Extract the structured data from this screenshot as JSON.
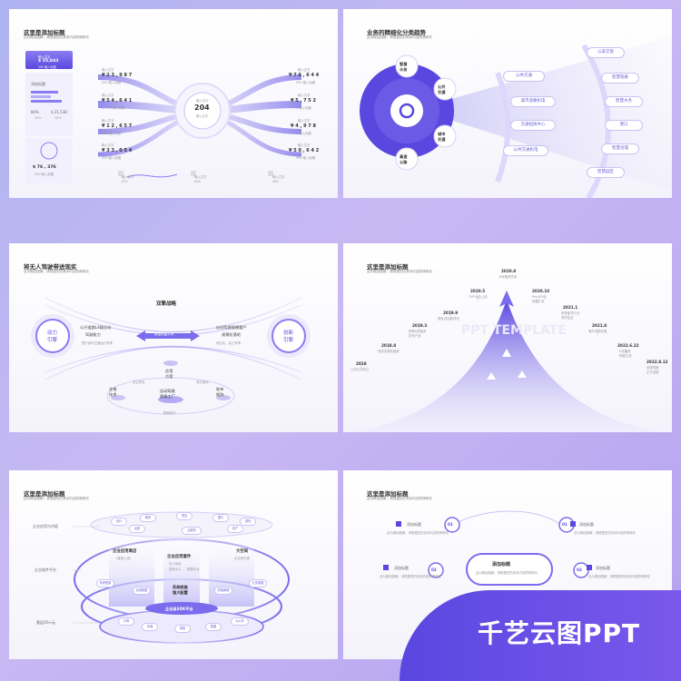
{
  "slide1": {
    "title": "这里是添加标题",
    "subtitle": "此为概括图解，请根据您的具体内容酌情修改",
    "card_top": {
      "value": "$ 55,843",
      "caption": "590 输入标题"
    },
    "block_label": "添加标题",
    "pct_a": "80%",
    "pct_b": "$ 21,538",
    "stat_a": "20%",
    "stat_b": "20%",
    "bottom_value": "$ 76 , 376",
    "bottom_caption": "590 输入标题",
    "center_value": "204",
    "center_label": "输入文字",
    "center_caption": "输入文字",
    "left_items": [
      {
        "label": "输入文字",
        "value": "¥ 2 3 , 9 8 7",
        "note": "590 输入标题"
      },
      {
        "label": "输入文字",
        "value": "¥ 5 4 , 6 4 1",
        "note": "1 , 3 0 输入标题"
      },
      {
        "label": "输入文字",
        "value": "¥ 1 2 , 6 5 7",
        "note": "890 输入标题"
      },
      {
        "label": "输入文字",
        "value": "¥ 3 3 , 0 5 4",
        "note": "430 输入标题"
      }
    ],
    "right_items": [
      {
        "label": "输入文字",
        "value": "¥ 7 6 , 6 4 4",
        "note": "200 输入标题"
      },
      {
        "label": "输入文字",
        "value": "¥ 5 , 7 5 2",
        "note": "3 输入标题"
      },
      {
        "label": "输入文字",
        "value": "¥ 4 , 9 7 8",
        "note": "4 输入标题"
      },
      {
        "label": "输入文字",
        "value": "¥ 5 0 , 6 4 2",
        "note": "590 输入标题"
      }
    ],
    "bottom_stats": [
      {
        "label": "输入文字",
        "value": "875"
      },
      {
        "label": "输入文字",
        "value": "438"
      },
      {
        "label": "输入文字",
        "value": "438"
      }
    ]
  },
  "slide2": {
    "title": "业务的精细化分类趋势",
    "subtitle": "此为概括图解，请根据您的具体内容酌情修改",
    "orbit": [
      "智慧\n水务",
      "公共\n交通",
      "城市\n交通",
      "高速\n公路"
    ],
    "middle": [
      "公共交通",
      "城市道路机电",
      "交通指挥中心",
      "公共交通机电"
    ],
    "right": [
      "公安交管",
      "智慧管廊",
      "智慧水务",
      "港口",
      "智慧治理",
      "智慧园区"
    ]
  },
  "slide3": {
    "title": "将无人驾驶带进现实",
    "subtitle": "此为概括图解，请根据您的具体内容酌情修改",
    "strategy": "双擎战略",
    "left_circle": "动力\n引擎",
    "right_circle": "创新\n引擎",
    "left_lines": [
      "公开道路L4级自动",
      "驾驶能力",
      "提升城市交通运行效率"
    ],
    "right_lines": [
      "自动驾驶规模量产",
      "规模化落地",
      "商业化、高占有率"
    ],
    "arrow_label": "数据流量共享",
    "nodes": [
      "应用\n方案",
      "全栈\n技术",
      "轨布\n矩阵"
    ],
    "center_nodes": [
      "自动驾驶",
      "超级工厂"
    ],
    "edge_labels": [
      "自主研发",
      "商业落地",
      "数据闭环"
    ]
  },
  "slide4": {
    "title": "这里是添加标题",
    "subtitle": "此为概括图解，请根据您的具体内容酌情修改",
    "watermark": "PPT TEMPLATE",
    "milestones": [
      {
        "year": "2018",
        "text": "公司正式成立"
      },
      {
        "year": "2018.8",
        "text": "完成天使轮融资"
      },
      {
        "year": "2019.3",
        "text": "获得A轮融资\n发布产品"
      },
      {
        "year": "2019.9",
        "text": "首批试运营项目"
      },
      {
        "year": "2020.5",
        "text": "TMT大会上线"
      },
      {
        "year": "2020.8",
        "text": "B轮融资完成"
      },
      {
        "year": "2020.10",
        "text": "Pre-IPO轮\n规模扩张"
      },
      {
        "year": "2021.1",
        "text": "获得多项行业\n资质认证"
      },
      {
        "year": "2021.8",
        "text": "海外市场拓展"
      },
      {
        "year": "2022.6.22",
        "text": "C轮融资\n规模上线"
      },
      {
        "year": "2022.8.12",
        "text": "全国布局\n正式运营"
      }
    ]
  },
  "slide5": {
    "title": "这里是添加标题",
    "subtitle": "此为概括图解，请根据您的具体内容酌情修改",
    "layers": [
      "企业应用与内容",
      "企业软件平台",
      "基层OS+云"
    ],
    "top_tags": [
      "设计",
      "教育",
      "项目",
      "银行",
      "游戏",
      "运营",
      "云服务",
      "资产"
    ],
    "center_blocks": [
      {
        "title": "企业应用套件",
        "lines": [
          "无人驾驶",
          "智慧中心",
          "数据中台"
        ]
      },
      {
        "title": "企业应用商店",
        "lines": [
          "（推荐上线）"
        ]
      },
      {
        "title": "大空间",
        "lines": [
          "大空间方案"
        ]
      },
      {
        "title": "系统底座\n强大配置",
        "lines": []
      }
    ],
    "mid_tags": [
      "系统配置",
      "应用数据",
      "终端管理",
      "业务数据"
    ],
    "platform": "企业级SDK平台",
    "bottom_tags": [
      "计算",
      "存储",
      "网络",
      "数据",
      "大公开"
    ]
  },
  "slide6": {
    "title": "这里是添加标题",
    "subtitle": "此为概括图解，请根据您的具体内容酌情修改",
    "center_title": "添加标题",
    "center_text": "此为概括图解，请根据您的具体内容酌情修改",
    "items": [
      {
        "num": "01",
        "label": "添加标题"
      },
      {
        "num": "01",
        "label": "添加标题"
      },
      {
        "num": "02",
        "label": "添加标题"
      },
      {
        "num": "02",
        "label": "添加标题"
      }
    ],
    "item_text": "此为概括图解，请根据您的具体内容酌情修改"
  },
  "banner": "千艺云图PPT",
  "colors": {
    "accent": "#5a47e0",
    "soft": "#c9c3f3",
    "light": "#eceafc"
  }
}
